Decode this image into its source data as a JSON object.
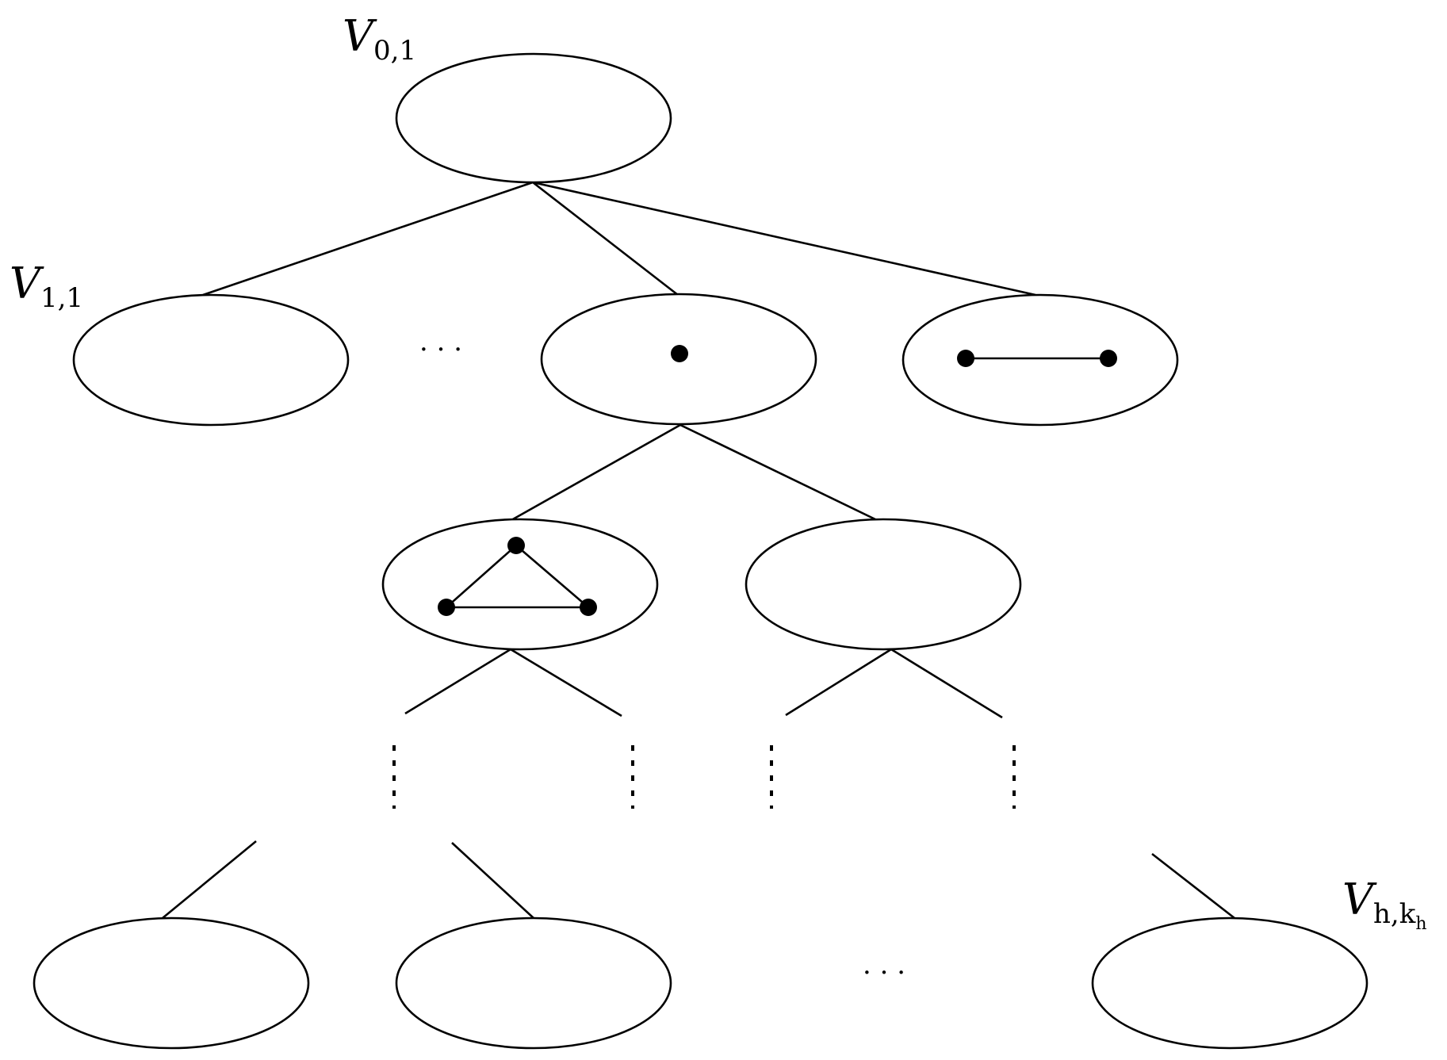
{
  "labels": {
    "root": {
      "main": "V",
      "sub": "0,1"
    },
    "level1_first": {
      "main": "V",
      "sub": "1,1"
    },
    "leaf_last": {
      "main": "V",
      "sub": "h,k",
      "sub_sub": "h"
    }
  },
  "ellipsis": {
    "level1": "· · ·",
    "leaves": "· · ·"
  }
}
